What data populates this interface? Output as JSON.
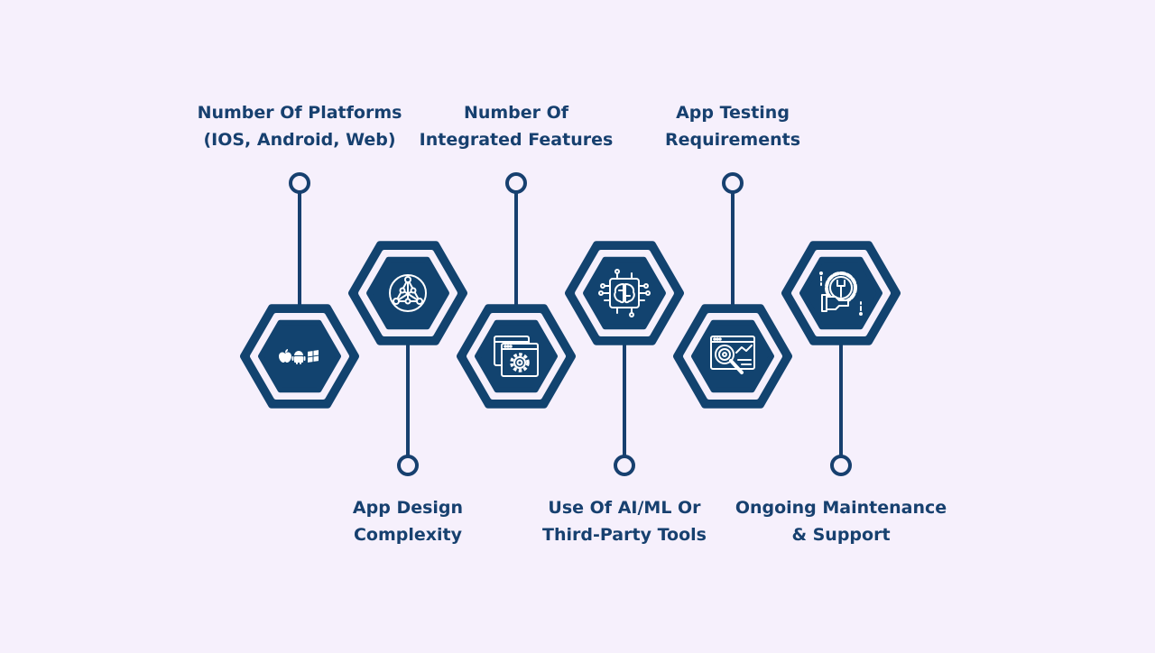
{
  "colors": {
    "background": "#f6f0fc",
    "primary": "#17406f",
    "hex_fill": "#12436f",
    "icon_stroke": "#ffffff"
  },
  "steps": [
    {
      "position": "top",
      "icon": "platforms-icon",
      "label_lines": [
        "Number Of Platforms",
        "(IOS, Android, Web)"
      ]
    },
    {
      "position": "bottom",
      "icon": "design-network-icon",
      "label_lines": [
        "App Design",
        "Complexity"
      ]
    },
    {
      "position": "top",
      "icon": "settings-window-icon",
      "label_lines": [
        "Number Of",
        "Integrated Features"
      ]
    },
    {
      "position": "bottom",
      "icon": "ai-chip-brain-icon",
      "label_lines": [
        "Use Of AI/ML Or",
        "Third-Party Tools"
      ]
    },
    {
      "position": "top",
      "icon": "testing-target-icon",
      "label_lines": [
        "App Testing",
        "Requirements"
      ]
    },
    {
      "position": "bottom",
      "icon": "maintenance-gear-icon",
      "label_lines": [
        "Ongoing Maintenance",
        "& Support"
      ]
    }
  ]
}
